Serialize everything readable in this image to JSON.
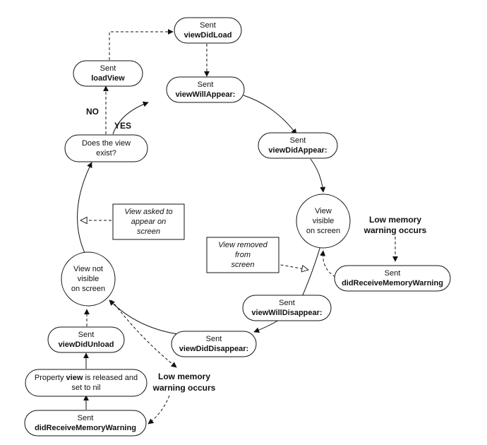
{
  "nodes": {
    "viewDidLoad": {
      "prefix": "Sent",
      "method": "viewDidLoad"
    },
    "loadView": {
      "prefix": "Sent",
      "method": "loadView"
    },
    "viewWillAppear": {
      "prefix": "Sent",
      "method": "viewWillAppear:"
    },
    "viewDidAppear": {
      "prefix": "Sent",
      "method": "viewDidAppear:"
    },
    "doesViewExist": {
      "line1": "Does the view",
      "line2": "exist?"
    },
    "viewVisible": {
      "line1": "View",
      "line2": "visible",
      "line3": "on screen"
    },
    "viewNotVisible": {
      "line1": "View not",
      "line2": "visible",
      "line3": "on screen"
    },
    "didReceiveRight": {
      "prefix": "Sent",
      "method": "didReceiveMemoryWarning"
    },
    "viewWillDisappear": {
      "prefix": "Sent",
      "method": "viewWillDisappear:"
    },
    "viewDidDisappear": {
      "prefix": "Sent",
      "method": "viewDidDisappear:"
    },
    "viewDidUnload": {
      "prefix": "Sent",
      "method": "viewDidUnload"
    },
    "propertyReleased": {
      "pre": "Property ",
      "bold": "view",
      "post": " is released and",
      "line2": "set to nil"
    },
    "didReceiveBottom": {
      "prefix": "Sent",
      "method": "didReceiveMemoryWarning"
    }
  },
  "notes": {
    "askedToAppear": {
      "line1": "View asked to",
      "line2": "appear on",
      "line3": "screen"
    },
    "removedFromScreen": {
      "line1": "View removed",
      "line2": "from",
      "line3": "screen"
    }
  },
  "labels": {
    "no": "NO",
    "yes": "YES",
    "lowMemRight1": "Low memory",
    "lowMemRight2": "warning occurs",
    "lowMemBottom1": "Low memory",
    "lowMemBottom2": "warning occurs"
  }
}
